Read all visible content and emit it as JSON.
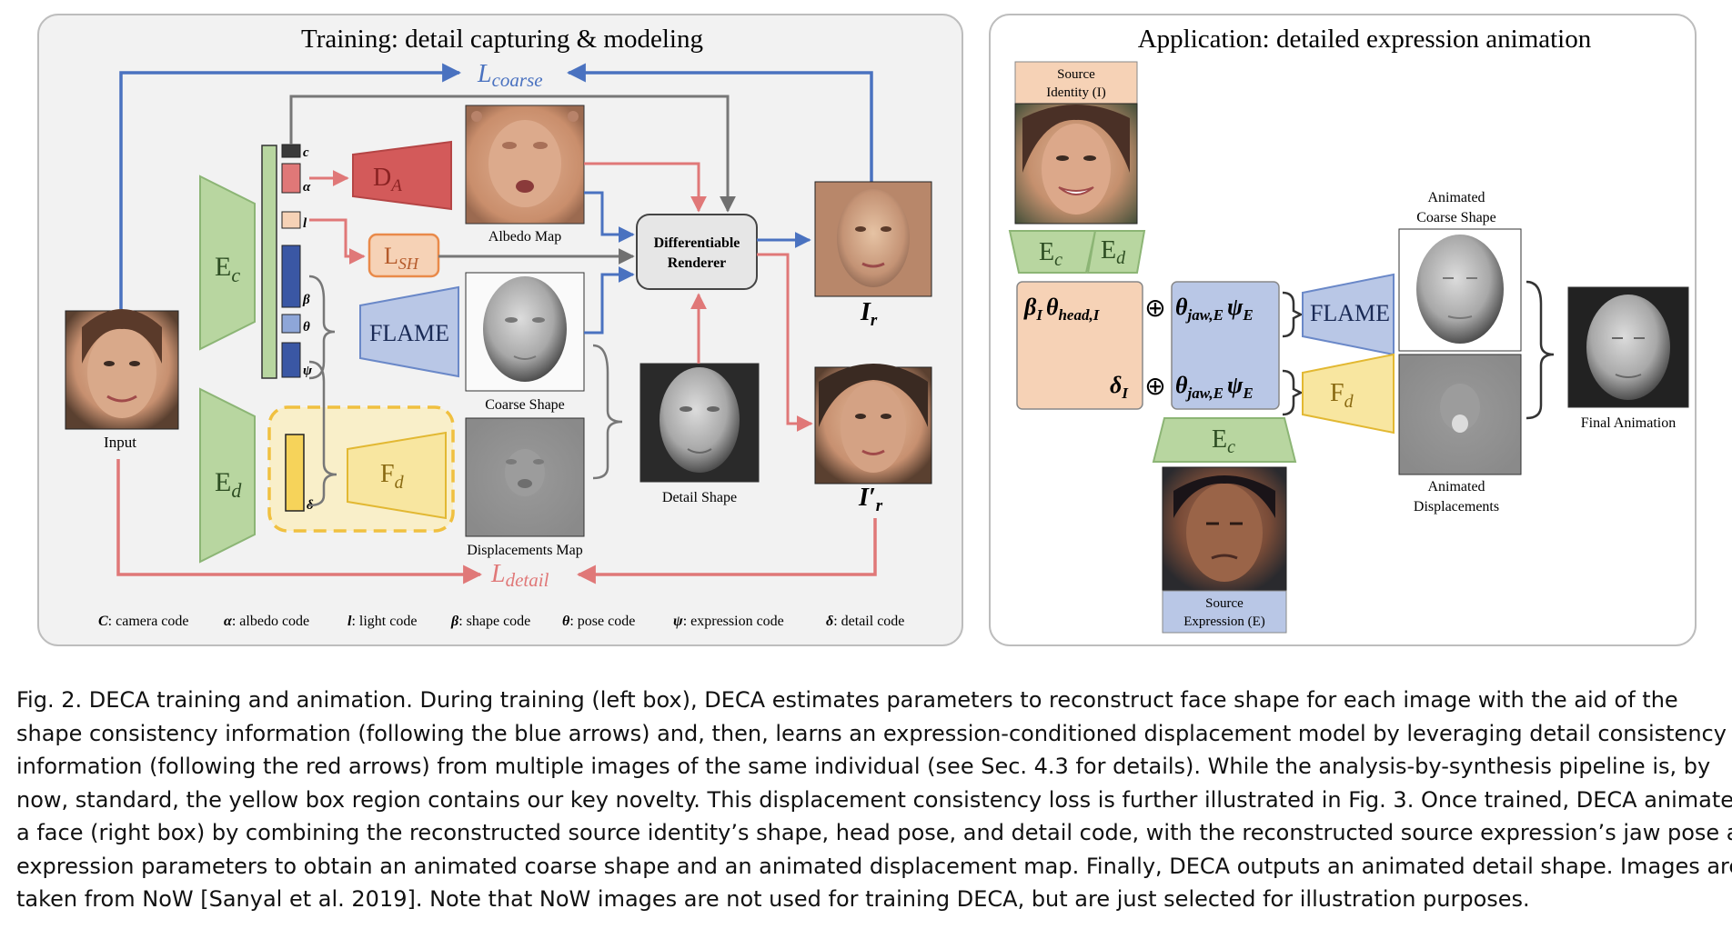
{
  "left_panel": {
    "title": "Training: detail capturing & modeling",
    "loss_coarse": "L",
    "loss_coarse_sub": "coarse",
    "loss_detail": "L",
    "loss_detail_sub": "detail",
    "input_label": "Input",
    "encoder_c": "E",
    "encoder_c_sub": "c",
    "encoder_d": "E",
    "encoder_d_sub": "d",
    "code_c": "c",
    "code_alpha": "α",
    "code_l": "l",
    "code_beta": "β",
    "code_theta": "θ",
    "code_psi": "ψ",
    "code_delta": "δ",
    "da": "D",
    "da_sub": "A",
    "lsh": "L",
    "lsh_sub": "SH",
    "flame": "FLAME",
    "fd": "F",
    "fd_sub": "d",
    "albedo_label": "Albedo Map",
    "coarse_label": "Coarse Shape",
    "disp_label": "Displacements Map",
    "detail_label": "Detail Shape",
    "renderer_line1": "Differentiable",
    "renderer_line2": "Renderer",
    "ir": "I",
    "ir_sub": "r",
    "irp": "I′",
    "irp_sub": "r",
    "legend": [
      {
        "sym": "C",
        "text": ": camera code"
      },
      {
        "sym": "α",
        "text": ": albedo code"
      },
      {
        "sym": "l",
        "text": ": light code"
      },
      {
        "sym": "β",
        "text": ": shape code"
      },
      {
        "sym": "θ",
        "text": ":  pose code"
      },
      {
        "sym": "ψ",
        "text": ": expression code"
      },
      {
        "sym": "δ",
        "text": ": detail code"
      }
    ]
  },
  "right_panel": {
    "title": "Application: detailed expression animation",
    "source_identity": [
      "Source",
      "Identity (I)"
    ],
    "ec": "E",
    "ec_sub": "c",
    "ed": "E",
    "ed_sub": "d",
    "beta_i": "β",
    "beta_i_sub": "I",
    "theta_head": "θ",
    "theta_head_sub": "head,I",
    "delta_i": "δ",
    "delta_i_sub": "I",
    "oplus": "⊕",
    "theta_jaw": "θ",
    "theta_jaw_sub": "jaw,E",
    "psi_e": "ψ",
    "psi_e_sub": "E",
    "flame": "FLAME",
    "fd": "F",
    "fd_sub": "d",
    "ec2": "E",
    "ec2_sub": "c",
    "animated_coarse": [
      "Animated",
      "Coarse Shape"
    ],
    "animated_disp": [
      "Animated",
      "Displacements"
    ],
    "final": "Final Animation",
    "source_expression": [
      "Source",
      "Expression (E)"
    ]
  },
  "caption_lines": [
    "Fig. 2.  DECA training and animation. During training (left box), DECA estimates parameters to reconstruct face shape for each image with the aid of the",
    "shape consistency information (following the blue arrows) and, then, learns an expression-conditioned displacement model by leveraging detail consistency",
    "information (following the red arrows) from multiple images of the same individual (see Sec. 4.3 for details). While the analysis-by-synthesis pipeline is, by",
    "now, standard, the yellow box region contains our key novelty. This displacement consistency loss is further illustrated in Fig. 3. Once trained, DECA animates",
    "a face (right box) by combining the reconstructed source identity’s shape, head pose, and detail code, with the reconstructed source expression’s jaw pose and",
    "expression parameters to obtain an animated coarse shape and an animated displacement map. Finally, DECA outputs an animated detail shape. Images are",
    "taken from NoW [Sanyal et al. 2019]. Note that NoW images are not used for training DECA, but are just selected for illustration purposes."
  ],
  "colors": {
    "blue": "#4a72c0",
    "red": "#e07878",
    "gray": "#777777",
    "green_fill": "#b8d6a0",
    "orange_fill": "#f6d2b6",
    "blue_fill": "#b9c7e6",
    "yellow_fill": "#f8e6a0",
    "darkred_fill": "#d35a5a"
  }
}
